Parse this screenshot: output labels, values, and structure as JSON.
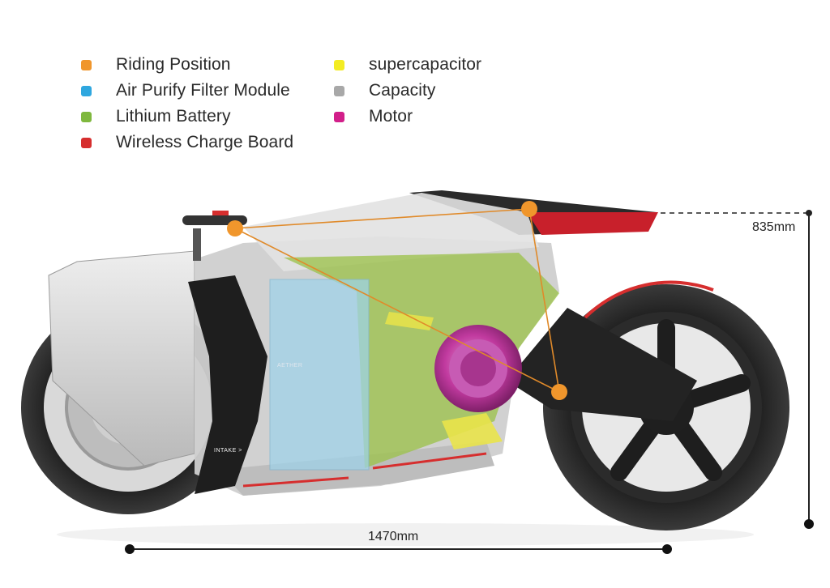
{
  "legend": {
    "items": [
      {
        "label": "Riding Position",
        "color": "#f0962c"
      },
      {
        "label": "supercapacitor",
        "color": "#f3ec23"
      },
      {
        "label": "Air Purify Filter Module",
        "color": "#2fa7df"
      },
      {
        "label": "Capacity",
        "color": "#a8a8a8"
      },
      {
        "label": "Lithium Battery",
        "color": "#7fb83e"
      },
      {
        "label": "Motor",
        "color": "#d21f8a"
      },
      {
        "label": "Wireless Charge Board",
        "color": "#d62e2e"
      }
    ]
  },
  "dimensions": {
    "height": "835mm",
    "length": "1470mm"
  },
  "bike": {
    "filter_stamp": "AETHER",
    "intake_stamp": "INTAKE >"
  },
  "colors": {
    "riding_position": "#f0962c",
    "air_filter": "#9ed3ea",
    "battery": "#9cc24c",
    "supercapacitor": "#e9e34a",
    "motor": "#c83fa6",
    "wireless_charge": "#d62e2e"
  }
}
